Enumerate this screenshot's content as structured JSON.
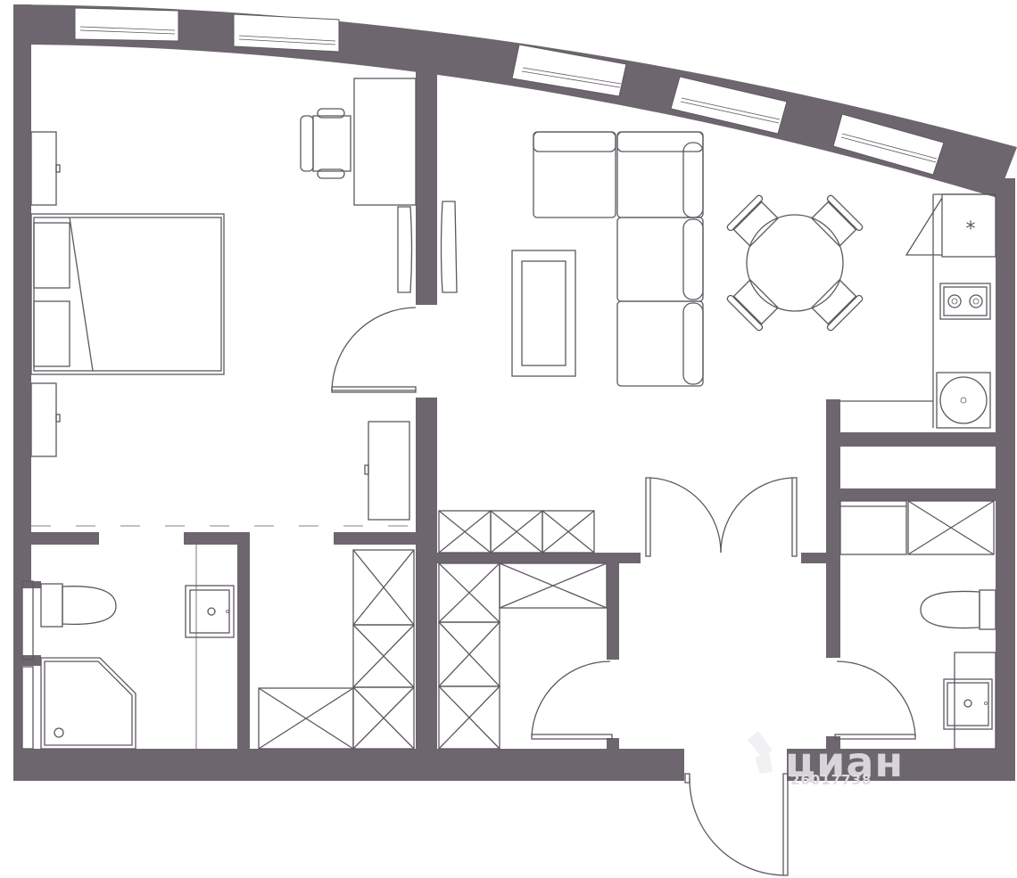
{
  "plan": {
    "type": "apartment floor plan",
    "colors": {
      "wall": "#6e666f",
      "line": "#5e5760",
      "watermark": "#d9d7db",
      "background": "#ffffff"
    },
    "rooms": [
      "bedroom",
      "living-dining-kitchen",
      "bathroom-1",
      "hallway",
      "bathroom-2",
      "laundry-closet"
    ],
    "watermark": {
      "brand": "циан",
      "id": "26017738"
    }
  }
}
